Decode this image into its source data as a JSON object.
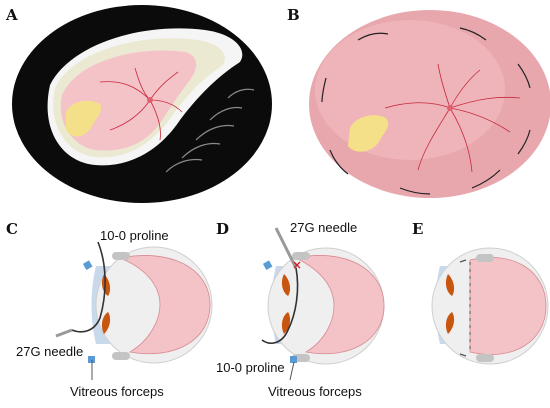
{
  "panels": {
    "a": {
      "letter": "A"
    },
    "b": {
      "letter": "B"
    },
    "c": {
      "letter": "C",
      "suture_label": "10-0 proline",
      "needle_label": "27G needle",
      "forceps_label": "Vitreous forceps"
    },
    "d": {
      "letter": "D",
      "needle_label": "27G needle",
      "suture_label": "10-0 proline",
      "forceps_label": "Vitreous forceps"
    },
    "e": {
      "letter": "E"
    }
  },
  "colors": {
    "retina_pink": "#f3c3c8",
    "fundus_pink": "#e8a7ad",
    "vessel_red": "#c8283c",
    "macula_yellow": "#f5e08a",
    "sclera_gray": "#d9d9d9",
    "lens_blue": "#c9d9ec",
    "ciliary_orange": "#c8560f",
    "instrument_blue": "#5b9bd5"
  },
  "icons": {
    "fundus_a": "detached-retina-fundus",
    "fundus_b": "attached-retina-fundus",
    "eye_cross_section": "eye-cross-section"
  }
}
